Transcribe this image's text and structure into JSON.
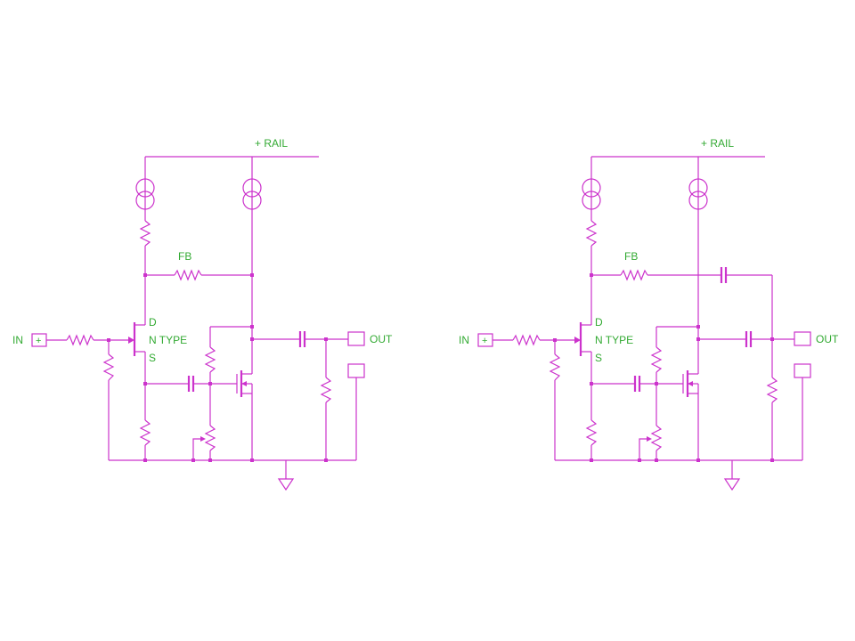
{
  "schematics": [
    {
      "rail_label": "+ RAIL",
      "fb_label": "FB",
      "in_label": "IN",
      "in_plus": "+",
      "out_label": "OUT",
      "fet_drain": "D",
      "fet_type": "N TYPE",
      "fet_source": "S"
    },
    {
      "rail_label": "+ RAIL",
      "fb_label": "FB",
      "in_label": "IN",
      "in_plus": "+",
      "out_label": "OUT",
      "fet_drain": "D",
      "fet_type": "N TYPE",
      "fet_source": "S"
    }
  ],
  "colors": {
    "wire": "#cc33cc",
    "label": "#33aa33",
    "background": "#ffffff"
  }
}
